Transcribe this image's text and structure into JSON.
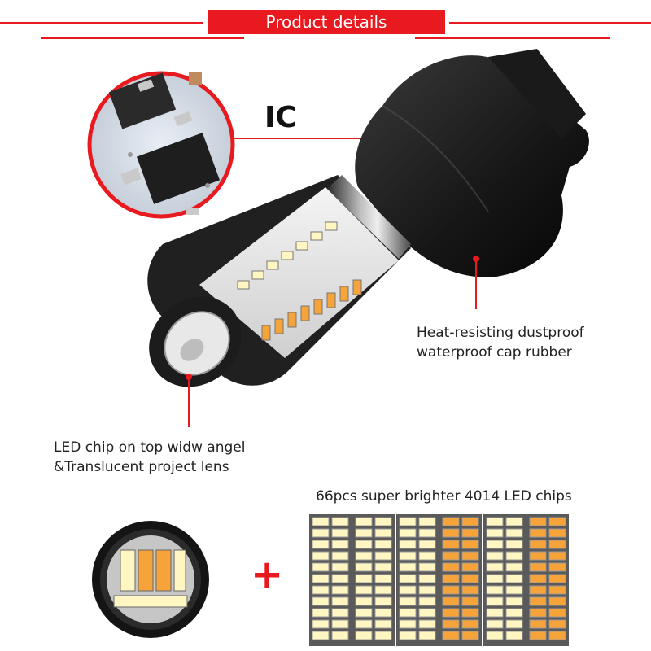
{
  "header": {
    "title": "Product details"
  },
  "callouts": {
    "ic": "IC",
    "cap": [
      "Heat-resisting dustproof",
      "waterproof cap rubber"
    ],
    "lens": [
      "LED chip on top widw angel",
      "&Translucent project lens"
    ]
  },
  "chips": {
    "title": "66pcs super brighter 4014 LED chips"
  },
  "colors": {
    "accent": "#e8191f",
    "white_led": "#fff6c2",
    "amber_led": "#f6a33a"
  }
}
